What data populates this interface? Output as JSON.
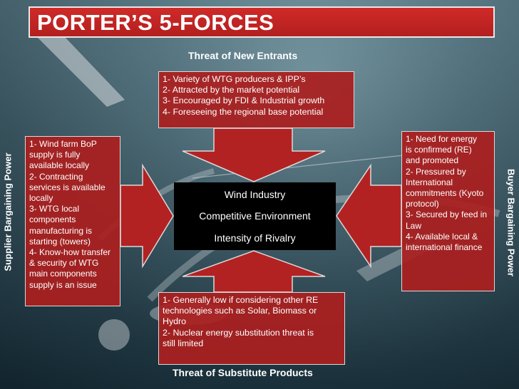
{
  "title": "PORTER’S 5-FORCES",
  "forces": {
    "top": {
      "label": "Threat of New Entrants",
      "lines": [
        "1- Variety of WTG producers & IPP’s",
        "2- Attracted by the market potential",
        "3- Encouraged by FDI & Industrial growth",
        "4- Foreseeing the regional base potential"
      ]
    },
    "left": {
      "label": "Supplier Bargaining Power",
      "lines": [
        "1- Wind farm BoP",
        "supply is fully",
        "available locally",
        "2- Contracting",
        "services is available",
        "locally",
        "3- WTG local",
        "components",
        "manufacturing is",
        "starting (towers)",
        "4- Know-how transfer",
        "& security of WTG",
        "main components",
        "supply is an issue"
      ]
    },
    "right": {
      "label": "Buyer Bargaining Power",
      "lines": [
        "1- Need for energy",
        "is confirmed (RE)",
        "and promoted",
        "2- Pressured by",
        "International",
        "commitments (Kyoto",
        "protocol)",
        "3- Secured by feed in",
        "Law",
        "4- Available local &",
        "international finance"
      ]
    },
    "bottom": {
      "label": "Threat of Substitute Products",
      "lines": [
        "1- Generally low if considering other RE",
        "technologies such as Solar, Biomass or",
        "Hydro",
        "2- Nuclear energy substitution threat is",
        "still limited"
      ]
    }
  },
  "center": {
    "line1": "Wind Industry",
    "line2": "Competitive Environment",
    "line3": "Intensity of Rivalry"
  },
  "colors": {
    "box_red": "#ab1f1f",
    "arrow_red": "#b32222",
    "center_black": "#000000"
  }
}
